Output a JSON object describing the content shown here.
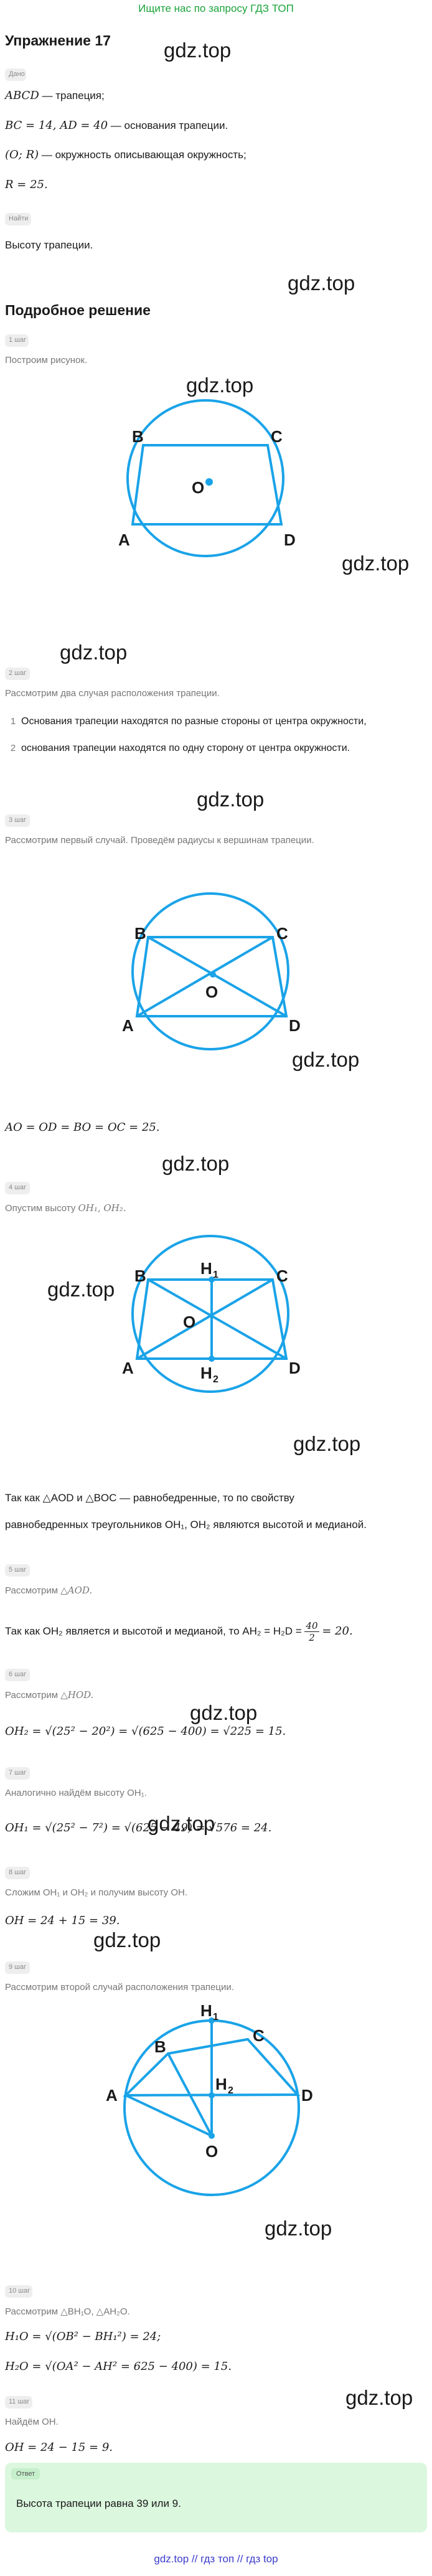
{
  "top_link": "Ищите нас по запросу ГДЗ ТОП",
  "title": "Упражнение 17",
  "watermark": "gdz.top",
  "given": {
    "label": "Дано",
    "line1_math": "ABCD",
    "line1_text": " — трапеция;",
    "line2_math": "BC = 14, AD = 40",
    "line2_text": " — основания трапеции.",
    "line3_math": "(O; R)",
    "line3_text": " — окружность описывающая окружность;",
    "line4_math": "R = 25."
  },
  "find": {
    "label": "Найти",
    "text": "Высоту трапеции."
  },
  "solution_title": "Подробное решение",
  "steps": {
    "s1": {
      "label": "1 шаг",
      "text": "Построим рисунок."
    },
    "s2": {
      "label": "2 шаг",
      "text": "Рассмотрим два случая расположения трапеции.",
      "items": [
        {
          "num": "1",
          "text": "Основания трапеции находятся по разные стороны от центра окружности,"
        },
        {
          "num": "2",
          "text": "основания трапеции находятся по одну сторону от центра окружности."
        }
      ]
    },
    "s3": {
      "label": "3 шаг",
      "text": "Рассмотрим первый случай. Проведём радиусы к вершинам трапеции.",
      "eq": "AO = OD = BO = OC = 25."
    },
    "s4": {
      "label": "4 шаг",
      "text_a": "Опустим высоту ",
      "text_math": "OH₁, OH₂.",
      "para1": "Так как △AOD и △BOC — равнобедренные, то по свойству",
      "para2": "равнобедренных треугольников OH₁, OH₂ являются высотой и медианой."
    },
    "s5": {
      "label": "5 шаг",
      "text_a": "Рассмотрим ",
      "text_math": "△AOD.",
      "line_a": "Так как OH₂ является и высотой и медианой, то AH₂ = H₂D = ",
      "frac_num": "40",
      "frac_den": "2",
      "line_b": " = 20."
    },
    "s6": {
      "label": "6 шаг",
      "text_a": "Рассмотрим ",
      "text_math": "△HOD.",
      "eq": "OH₂ = √(25² − 20²) = √(625 − 400) = √225 = 15."
    },
    "s7": {
      "label": "7 шаг",
      "text": "Аналогично найдём высоту OH₁.",
      "eq": "OH₁ = √(25² − 7²) = √(625 − 49) = √576 = 24."
    },
    "s8": {
      "label": "8 шаг",
      "text": "Сложим OH₁ и OH₂ и получим высоту OH.",
      "eq": "OH = 24 + 15 = 39."
    },
    "s9": {
      "label": "9 шаг",
      "text": "Рассмотрим второй случай расположения трапеции."
    },
    "s10": {
      "label": "10 шаг",
      "text": "Рассмотрим △BH₁O, △AH₂O.",
      "eq1": "H₁O = √(OB² − BH₁²) = 24;",
      "eq2": "H₂O = √(OA² − AH² = 625 − 400) = 15."
    },
    "s11": {
      "label": "11 шаг",
      "text": "Найдём OH.",
      "eq": "OH = 24 − 15 = 9."
    }
  },
  "answer": {
    "label": "Ответ",
    "text": "Высота трапеции равна 39 или 9."
  },
  "footer": "gdz.top  //  гдз топ  //  гдз top",
  "figures": {
    "fig1": {
      "A": "A",
      "B": "B",
      "C": "C",
      "D": "D",
      "O": "O"
    },
    "fig2": {
      "A": "A",
      "B": "B",
      "C": "C",
      "D": "D",
      "O": "O"
    },
    "fig3": {
      "A": "A",
      "B": "B",
      "C": "C",
      "D": "D",
      "O": "O",
      "H1": "H",
      "H1s": "1",
      "H2": "H",
      "H2s": "2"
    },
    "fig4": {
      "A": "A",
      "B": "B",
      "C": "C",
      "D": "D",
      "O": "O",
      "H1": "H",
      "H1s": "1",
      "H2": "H",
      "H2s": "2"
    }
  },
  "colors": {
    "accent": "#1aa3e8",
    "answer_bg": "#dbf7de",
    "link": "#1aa33a",
    "footer": "#3a3acc"
  }
}
